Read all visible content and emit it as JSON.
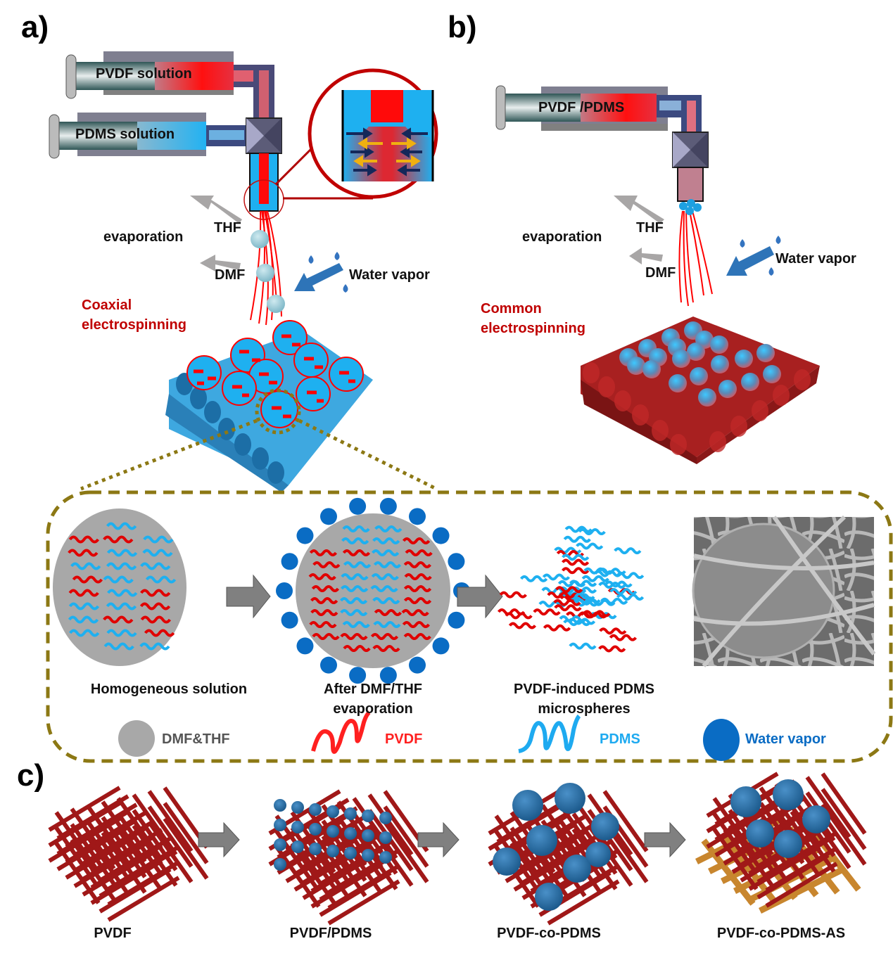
{
  "panels": {
    "a": {
      "letter": "a)",
      "syringe_top_label": "PVDF solution",
      "syringe_bottom_label": "PDMS solution",
      "evaporation_label": "evaporation",
      "thf_label": "THF",
      "dmf_label": "DMF",
      "water_vapor_label": "Water vapor",
      "method_label_line1": "Coaxial",
      "method_label_line2": "electrospinning"
    },
    "b": {
      "letter": "b)",
      "syringe_label": "PVDF /PDMS",
      "evaporation_label": "evaporation",
      "thf_label": "THF",
      "dmf_label": "DMF",
      "water_vapor_label": "Water vapor",
      "method_label_line1": "Common",
      "method_label_line2": "electrospinning"
    },
    "mechanism": {
      "steps": [
        {
          "caption_line1": "Homogeneous solution",
          "caption_line2": ""
        },
        {
          "caption_line1": "After DMF/THF",
          "caption_line2": "evaporation"
        },
        {
          "caption_line1": "PVDF-induced PDMS",
          "caption_line2": "microspheres"
        }
      ],
      "legend": [
        {
          "icon": "gray-circle-icon",
          "label": "DMF&THF",
          "color": "#555555"
        },
        {
          "icon": "red-wave-icon",
          "label": "PVDF",
          "color": "#ff2020"
        },
        {
          "icon": "blue-wave-icon",
          "label": "PDMS",
          "color": "#1eaaf0"
        },
        {
          "icon": "blue-circle-icon",
          "label": "Water vapor",
          "color": "#0a6cc4"
        }
      ]
    },
    "c": {
      "letter": "c)",
      "stages": [
        "PVDF",
        "PVDF/PDMS",
        "PVDF-co-PDMS",
        "PVDF-co-PDMS-AS"
      ]
    }
  },
  "colors": {
    "pvdf_red": "#e00000",
    "pdms_blue": "#1eb0f0",
    "water_blue": "#0a6cc4",
    "fiber_dark_red": "#a01818",
    "substrate_orange": "#c8862e",
    "dashed_border": "#8c7814",
    "arrow_gray": "#8a8a8a"
  }
}
